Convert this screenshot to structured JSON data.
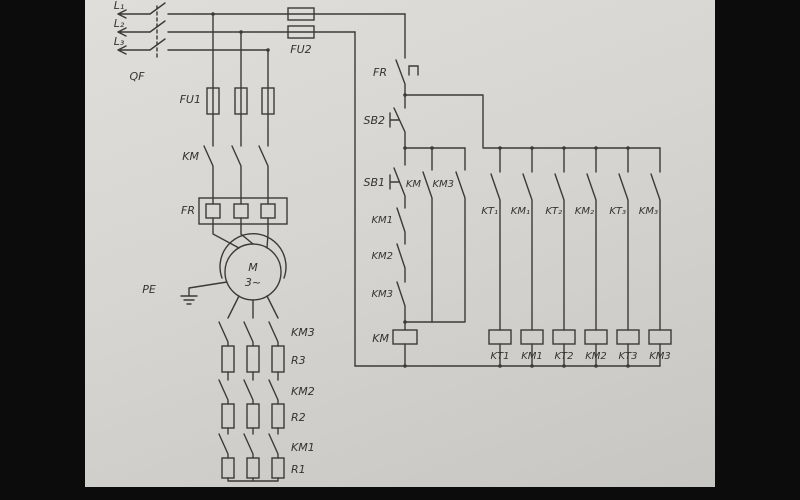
{
  "scene": {
    "background": "#0c0c0c",
    "paper_light": "#e0deda",
    "paper_dark": "#c7c6c2",
    "ink": "#3b3a36"
  },
  "power": {
    "supply_lines": [
      "L₁",
      "L₂",
      "L₃"
    ],
    "breaker": "QF",
    "fuse_main": "FU1",
    "fuse_control": "FU2",
    "contactor": "KM",
    "thermal": "FR",
    "motor": {
      "letter": "M",
      "phase": "3~"
    },
    "ground": "PE",
    "rotor_stages": [
      {
        "contactor": "KM3",
        "resistor": "R3"
      },
      {
        "contactor": "KM2",
        "resistor": "R2"
      },
      {
        "contactor": "KM1",
        "resistor": "R1"
      }
    ]
  },
  "control": {
    "thermal_contact": "FR",
    "stop_button": "SB2",
    "start_button": "SB1",
    "hold_contact": "KM",
    "hold_contact2": "KM3",
    "interlocks": [
      "KM1",
      "KM2",
      "KM3"
    ],
    "branch_contacts": [
      "KT₁",
      "KM₁",
      "KT₂",
      "KM₂",
      "KT₃",
      "KM₃"
    ],
    "coil_main": "KM",
    "coils": [
      "KT1",
      "KM1",
      "KT2",
      "KM2",
      "KT3",
      "KM3"
    ]
  }
}
